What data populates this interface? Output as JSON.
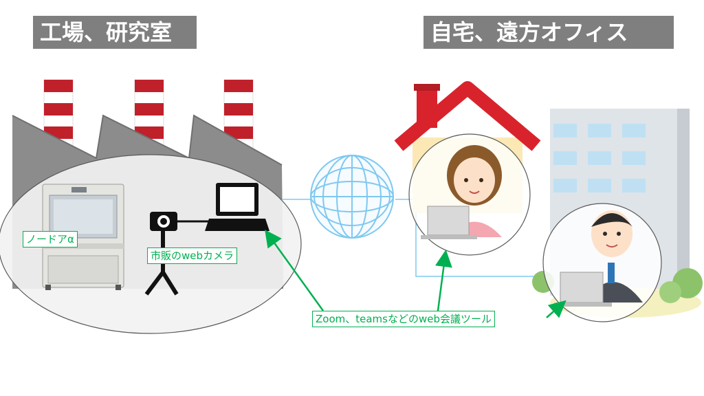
{
  "titles": {
    "left": "工場、研究室",
    "right": "自宅、遠方オフィス"
  },
  "labels": {
    "device": "ノードアα",
    "camera": "市販のwebカメラ",
    "tool": "Zoom、teamsなどのweb会議ツール"
  },
  "colors": {
    "title_bg": "#7f7f7f",
    "label_green": "#00b050",
    "globe_blue": "#7fc8f0",
    "roof_red": "#d9232c"
  }
}
